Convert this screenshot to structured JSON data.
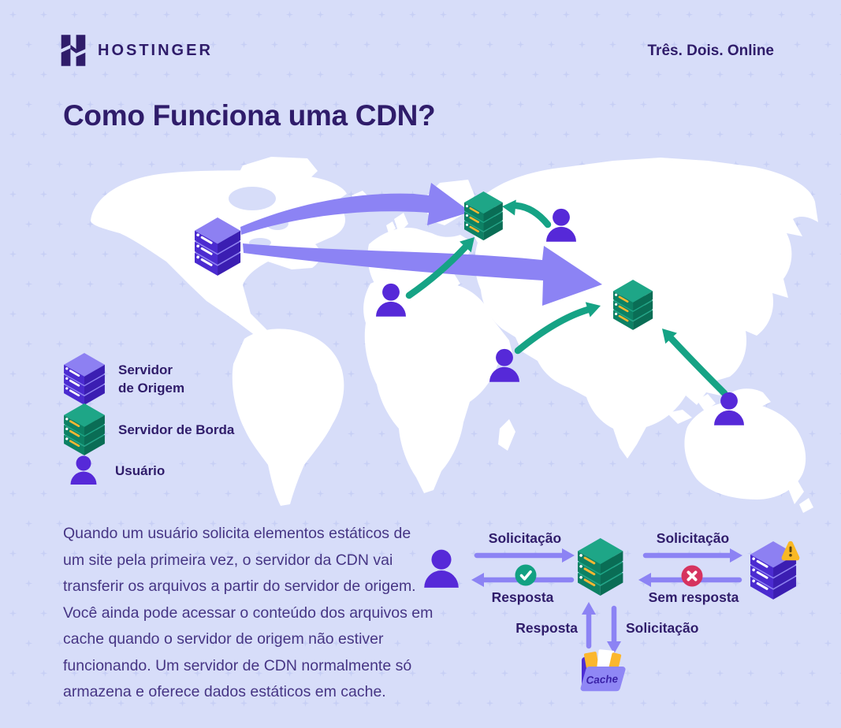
{
  "header": {
    "brand": "HOSTINGER",
    "tagline": "Três. Dois. Online"
  },
  "title": "Como Funciona uma CDN?",
  "legend": {
    "origin_line1": "Servidor",
    "origin_line2": "de Origem",
    "edge": "Servidor de Borda",
    "user": "Usuário"
  },
  "body": "Quando um usuário solicita elementos estáticos de um site pela primeira vez, o servidor da CDN vai transferir os arquivos a partir do servidor de origem. Você ainda pode acessar o conteúdo dos arquivos em cache quando o servidor de origem não estiver funcionando. Um servidor de CDN normalmente só armazena e oferece dados estáticos em cache.",
  "flow": {
    "request_user": "Solicitação",
    "response_user": "Resposta",
    "request_origin": "Solicitação",
    "no_response": "Sem resposta",
    "response_cache": "Resposta",
    "request_cache": "Solicitação",
    "cache_label": "Cache"
  },
  "colors": {
    "background": "#D7DDF9",
    "sparkle": "#C7CFF5",
    "dark_text": "#2F1C6A",
    "body_text": "#463584",
    "arrow_purple": "#8C83F4",
    "green": "#16A385",
    "user_purple": "#5629D8",
    "alert_red": "#D6335F",
    "warning_yellow": "#F9B825",
    "map_land": "#FFFFFF"
  }
}
